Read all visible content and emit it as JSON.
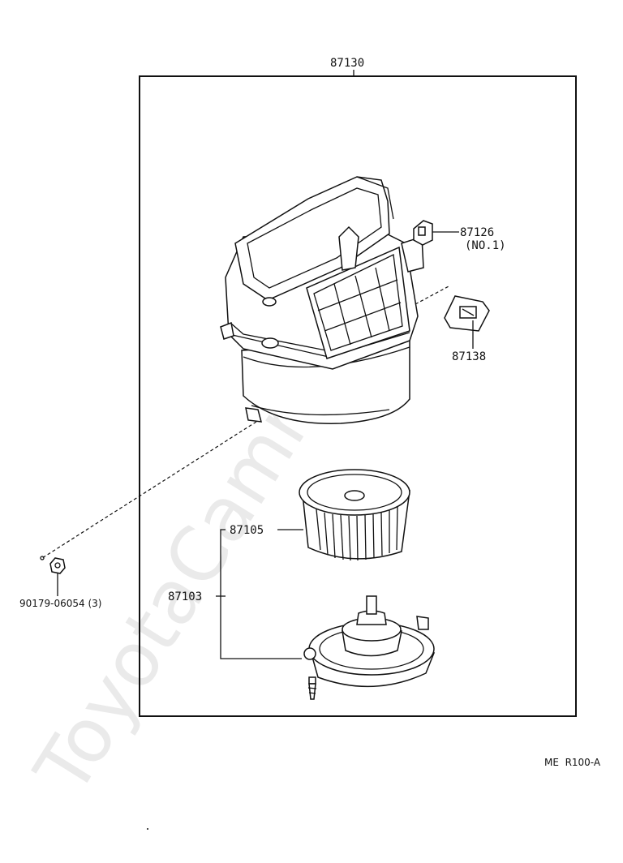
{
  "watermark": "ToyotaCamrne.ru",
  "labels": {
    "assembly": "87130",
    "damper_servo": "87126",
    "damper_servo_no": "(NO.1)",
    "resistor": "87138",
    "fan": "87105",
    "motor": "87103",
    "nut": "90179-06054 (3)"
  },
  "page_code": "ME  R100-A"
}
